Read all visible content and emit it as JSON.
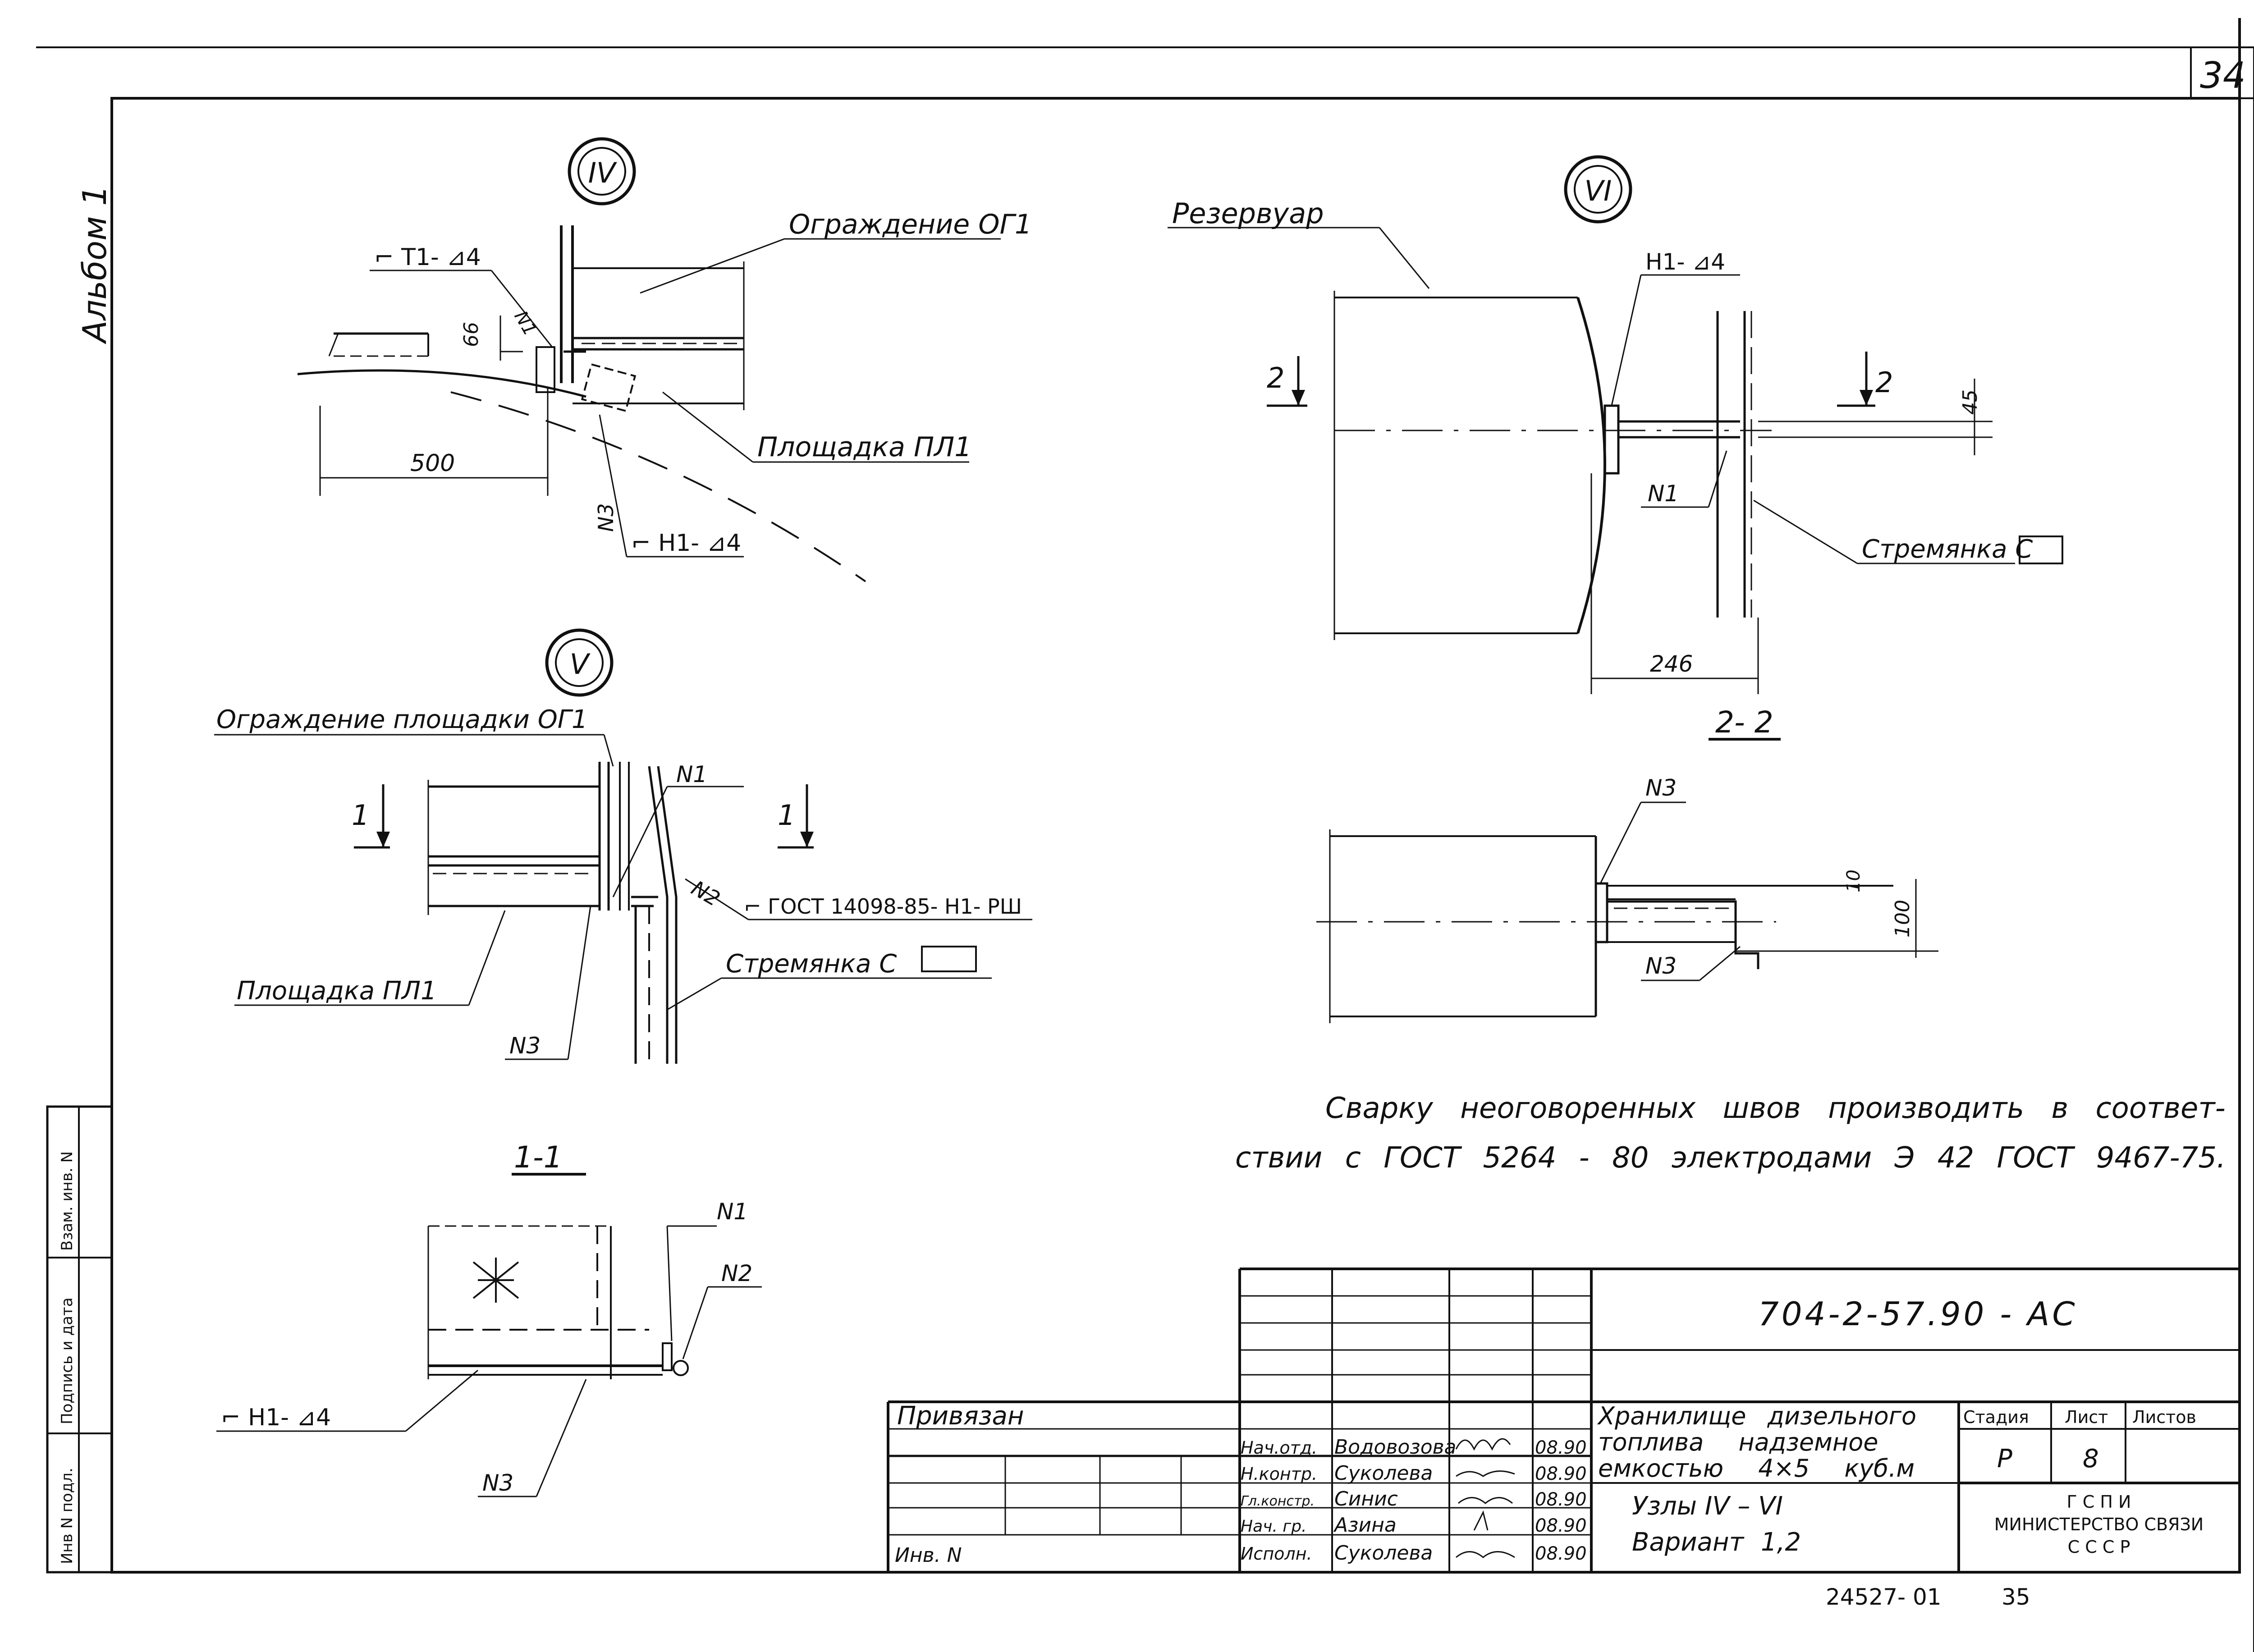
{
  "sheet_number": "34",
  "album_label": "Альбом 1",
  "nodes": {
    "iv": {
      "marker": "IV",
      "fence_label": "Ограждение ОГ1",
      "weld_top": "⌐ Т1- ⊿4",
      "weld_bottom": "⌐ Н1- ⊿4",
      "n1": "N1",
      "n3": "N3",
      "dim_66": "66",
      "dim_500": "500",
      "platform_label": "Площадка ПЛ1"
    },
    "v": {
      "marker": "V",
      "fence_label": "Ограждение площадки ОГ1",
      "section_mark": "1",
      "n1": "N1",
      "n2": "N2",
      "n3": "N3",
      "weld_label": "⌐ ГОСТ 14098-85- Н1- РШ",
      "ladder_label": "Стремянка С",
      "platform_label": "Площадка ПЛ1"
    },
    "vi": {
      "marker": "VI",
      "tank_label": "Резервуар",
      "weld_label": "Н1- ⊿4",
      "section_mark": "2",
      "n1": "N1",
      "dim_45": "45",
      "dim_246": "246",
      "ladder_label": "Стремянка С"
    }
  },
  "section_2_2": {
    "title": "2- 2",
    "n3_top": "N3",
    "n3_bottom": "N3",
    "dim_10": "10",
    "dim_100": "100"
  },
  "section_1_1": {
    "title": "1-1",
    "n1": "N1",
    "n2": "N2",
    "n3": "N3",
    "weld_label": "⌐ Н1- ⊿4"
  },
  "note": {
    "line1": "Сварку неоговоренных швов производить в соответ-",
    "line2": "ствии с ГОСТ 5264 - 80 электродами Э 42 ГОСТ 9467-75."
  },
  "title_block": {
    "code": "704-2-57.90 - АС",
    "privyazan": "Привязан",
    "inv_no": "Инв. N",
    "staff": [
      {
        "role": "Нач.отд.",
        "name": "Водовозова",
        "date": "08.90"
      },
      {
        "role": "Н.контр.",
        "name": "Суколева",
        "date": "08.90"
      },
      {
        "role": "Гл.констр.",
        "name": "Синис",
        "date": "08.90"
      },
      {
        "role": "Нач. гр.",
        "name": "Азина",
        "date": "08.90"
      },
      {
        "role": "Исполн.",
        "name": "Суколева",
        "date": "08.90"
      }
    ],
    "project_title_1": "Хранилище дизельного",
    "project_title_2": "топлива надземное",
    "project_title_3": "емкостью 4×5 куб.м",
    "sheet_title_1": "Узлы IV – VI",
    "sheet_title_2": "Вариант 1,2",
    "stage_header": "Стадия",
    "sheet_header": "Лист",
    "sheets_header": "Листов",
    "stage": "Р",
    "sheet": "8",
    "org_1": "Г С П И",
    "org_2": "МИНИСТЕРСТВО СВЯЗИ",
    "org_3": "С С С Р"
  },
  "side_stamp": {
    "inv_podl": "Инв N подл.",
    "podpis": "Подпись и дата",
    "vzam": "Взам. инв. N"
  },
  "bottom": {
    "order_no": "24527- 01",
    "page_no": "35"
  }
}
